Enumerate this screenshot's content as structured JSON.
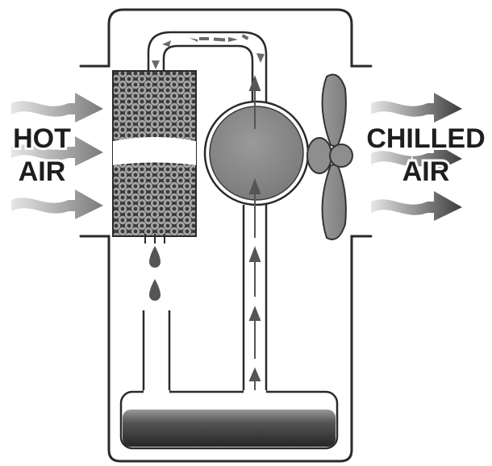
{
  "labels": {
    "hot_line1": "HOT",
    "hot_line2": "AIR",
    "chilled_line1": "CHILLED",
    "chilled_line2": "AIR"
  },
  "colors": {
    "outline": "#2a2a2a",
    "pad_dark": "#3c3c3c",
    "pad_ring": "#a8a8a8",
    "component_gray": "#8c8c8c",
    "water_dark": "#2e2e2e",
    "arrow_gray": "#6e6e6e"
  }
}
